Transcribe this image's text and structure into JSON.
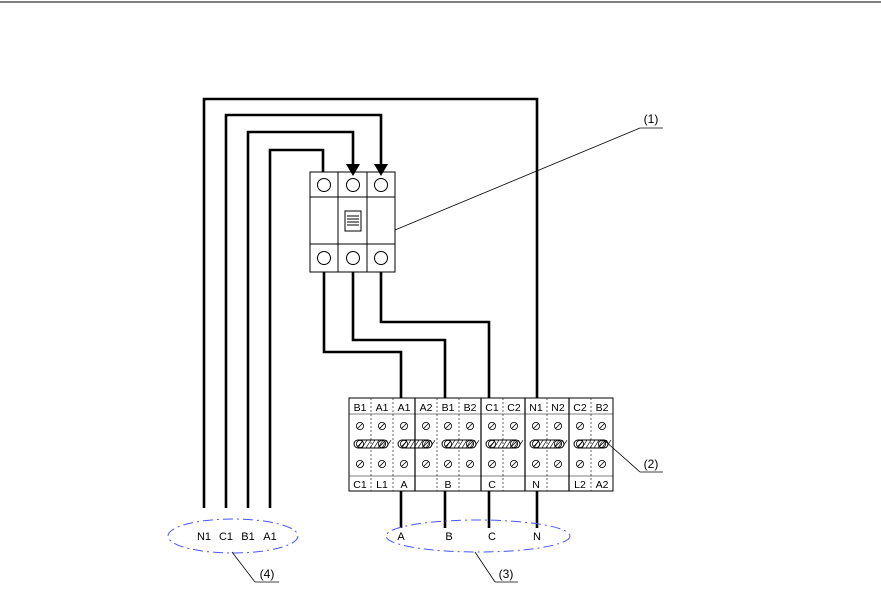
{
  "callouts": {
    "breaker": "(1)",
    "terminal_block": "(2)",
    "output_group": "(3)",
    "input_group": "(4)"
  },
  "terminal_top_labels": [
    "B1",
    "A1",
    "A1",
    "A2",
    "B1",
    "B2",
    "C1",
    "C2",
    "N1",
    "N2",
    "C2",
    "B2"
  ],
  "terminal_bottom_labels": [
    "C1",
    "L1",
    "A",
    "",
    "B",
    "",
    "C",
    "",
    "N",
    "",
    "L2",
    "A2"
  ],
  "input_wire_labels": [
    "N1",
    "C1",
    "B1",
    "A1"
  ],
  "output_wire_labels": [
    "A",
    "B",
    "C",
    "N"
  ],
  "colors": {
    "line": "#000000",
    "group_ellipse": "#4a55ff"
  }
}
